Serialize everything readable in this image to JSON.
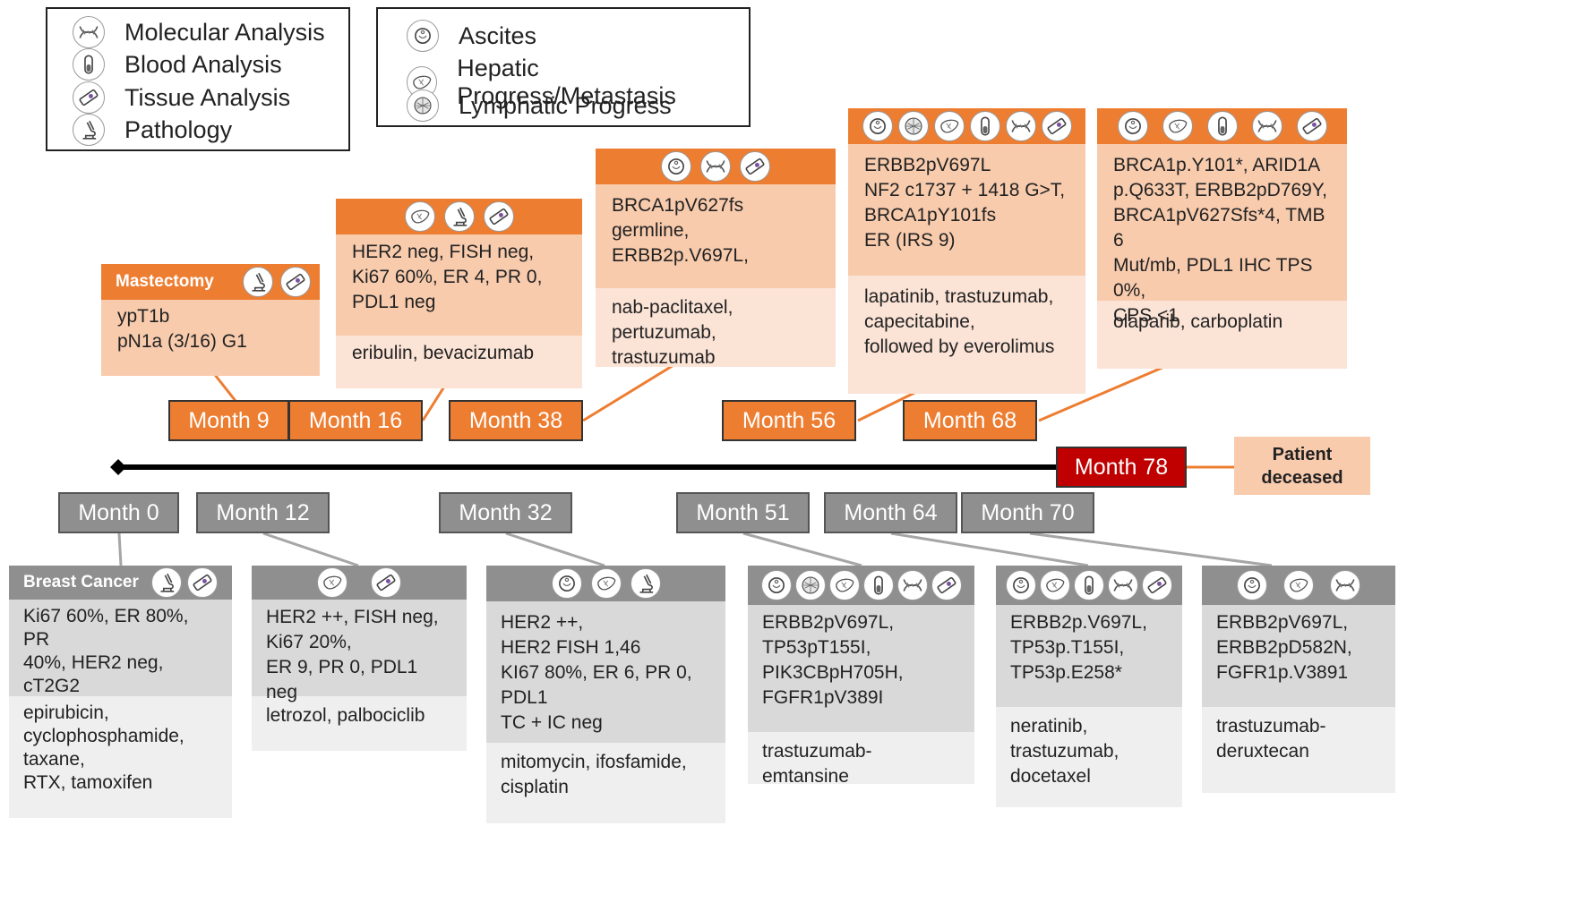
{
  "legend_left": {
    "items": [
      {
        "icon": "dna-icon",
        "label": "Molecular Analysis"
      },
      {
        "icon": "blood-tube-icon",
        "label": "Blood Analysis"
      },
      {
        "icon": "tissue-slide-icon",
        "label": "Tissue Analysis"
      },
      {
        "icon": "microscope-icon",
        "label": "Pathology"
      }
    ]
  },
  "legend_right": {
    "items": [
      {
        "icon": "ascites-icon",
        "label": "Ascites"
      },
      {
        "icon": "liver-icon",
        "label": "Hepatic Progress/Metastasis"
      },
      {
        "icon": "lymph-icon",
        "label": "Lymphatic Progress"
      }
    ]
  },
  "colors": {
    "orange": "#ed7d31",
    "gray": "#8f8f8f",
    "red": "#c00000",
    "peach": "#f8cbad",
    "light_peach": "#fbe3d6"
  },
  "top_months": [
    "Month 9",
    "Month 16",
    "Month 38",
    "Month 56",
    "Month 68"
  ],
  "bottom_months": [
    "Month 0",
    "Month 12",
    "Month 32",
    "Month 51",
    "Month 64",
    "Month 70"
  ],
  "final_month": "Month 78",
  "deceased": {
    "line1": "Patient",
    "line2": "deceased"
  },
  "top_cards": {
    "m9": {
      "title": "Mastectomy",
      "icons": [
        "microscope-icon",
        "tissue-slide-icon"
      ],
      "lines": [
        "ypT1b",
        "pN1a (3/16) G1"
      ]
    },
    "m16": {
      "icons": [
        "liver-icon",
        "microscope-icon",
        "tissue-slide-icon"
      ],
      "lines": [
        "HER2 neg, FISH neg,",
        "Ki67 60%, ER 4, PR 0,",
        "PDL1 neg"
      ],
      "therapy": [
        "eribulin, bevacizumab"
      ]
    },
    "m38": {
      "icons": [
        "ascites-icon",
        "dna-icon",
        "tissue-slide-icon"
      ],
      "lines": [
        "BRCA1pV627fs germline,",
        "ERBB2p.V697L,"
      ],
      "therapy": [
        "nab-paclitaxel,",
        "pertuzumab, trastuzumab"
      ]
    },
    "m56": {
      "icons": [
        "ascites-icon",
        "lymph-icon",
        "liver-icon",
        "blood-tube-icon",
        "dna-icon",
        "tissue-slide-icon"
      ],
      "lines": [
        "ERBB2pV697L",
        "NF2 c1737 + 1418 G>T,",
        "BRCA1pY101fs",
        "ER (IRS 9)"
      ],
      "therapy": [
        "lapatinib, trastuzumab,",
        "capecitabine,",
        "followed by everolimus"
      ]
    },
    "m68": {
      "icons": [
        "ascites-icon",
        "liver-icon",
        "blood-tube-icon",
        "dna-icon",
        "tissue-slide-icon"
      ],
      "lines": [
        "BRCA1p.Y101*, ARID1A",
        "p.Q633T, ERBB2pD769Y,",
        "BRCA1pV627Sfs*4, TMB 6",
        "Mut/mb, PDL1 IHC TPS 0%,",
        "CPS <1"
      ],
      "therapy": [
        "olaparib, carboplatin"
      ]
    }
  },
  "bottom_cards": {
    "m0": {
      "title": "Breast Cancer",
      "icons": [
        "microscope-icon",
        "tissue-slide-icon"
      ],
      "lines": [
        "Ki67 60%, ER 80%, PR",
        "40%, HER2 neg,",
        "cT2G2"
      ],
      "therapy": [
        "epirubicin,",
        "cyclophosphamide,",
        "taxane,",
        "RTX, tamoxifen"
      ]
    },
    "m12": {
      "icons": [
        "liver-icon",
        "tissue-slide-icon"
      ],
      "lines": [
        "HER2 ++, FISH neg,",
        "Ki67 20%,",
        "ER 9, PR 0, PDL1 neg"
      ],
      "therapy": [
        "letrozol, palbociclib"
      ]
    },
    "m32": {
      "icons": [
        "ascites-icon",
        "liver-icon",
        "microscope-icon"
      ],
      "lines": [
        "HER2 ++,",
        "HER2 FISH 1,46",
        "KI67 80%, ER 6, PR 0, PDL1",
        "TC + IC neg"
      ],
      "therapy": [
        "mitomycin, ifosfamide,",
        "cisplatin"
      ]
    },
    "m51": {
      "icons": [
        "ascites-icon",
        "lymph-icon",
        "liver-icon",
        "blood-tube-icon",
        "dna-icon",
        "tissue-slide-icon"
      ],
      "lines": [
        "ERBB2pV697L,",
        "TP53pT155I,",
        "PIK3CBpH705H,",
        "FGFR1pV389I"
      ],
      "therapy": [
        "trastuzumab-emtansine"
      ]
    },
    "m64": {
      "icons": [
        "ascites-icon",
        "liver-icon",
        "blood-tube-icon",
        "dna-icon",
        "tissue-slide-icon"
      ],
      "lines": [
        "ERBB2p.V697L,",
        "TP53p.T155I,",
        "TP53p.E258*"
      ],
      "therapy": [
        "neratinib,",
        "trastuzumab,",
        "docetaxel"
      ]
    },
    "m70": {
      "icons": [
        "ascites-icon",
        "liver-icon",
        "dna-icon"
      ],
      "lines": [
        "ERBB2pV697L,",
        "ERBB2pD582N,",
        "FGFR1p.V3891"
      ],
      "therapy": [
        "trastuzumab-",
        "deruxtecan"
      ]
    }
  }
}
